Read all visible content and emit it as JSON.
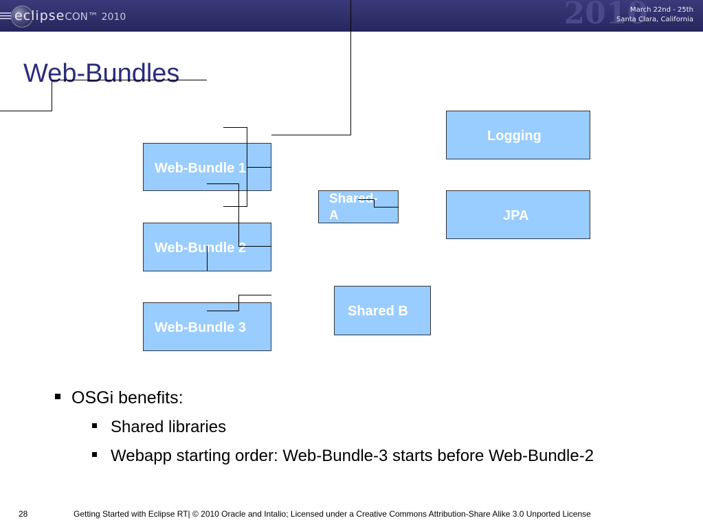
{
  "header": {
    "brand": "eclipse",
    "brand_suffix": "CON",
    "brand_year": "2010",
    "big_year": "2010",
    "dates_line1": "March 22nd - 25th",
    "dates_line2": "Santa Clara, California"
  },
  "slide": {
    "title": "Web-Bundles",
    "boxes": {
      "logging": "Logging",
      "jpa": "JPA",
      "web_bundle_1": "Web-Bundle 1",
      "web_bundle_2": "Web-Bundle 2",
      "web_bundle_3": "Web-Bundle 3",
      "shared_a_line1": "Shared-",
      "shared_a_line2": "A",
      "shared_b": "Shared B"
    },
    "bullets": {
      "main": "OSGi benefits:",
      "sub": [
        "Shared libraries",
        "Webapp starting order: Web-Bundle-3 starts before Web-Bundle-2"
      ]
    }
  },
  "footer": {
    "page_number": "28",
    "text": "Getting Started with Eclipse RT|  © 2010 Oracle and Intalio; Licensed under a Creative Commons Attribution-Share Alike 3.0 Unported License"
  },
  "colors": {
    "header_bg": "#2e2e6a",
    "title": "#2c2c7c",
    "box_fill": "#99ccff",
    "box_text": "#ffffff"
  }
}
